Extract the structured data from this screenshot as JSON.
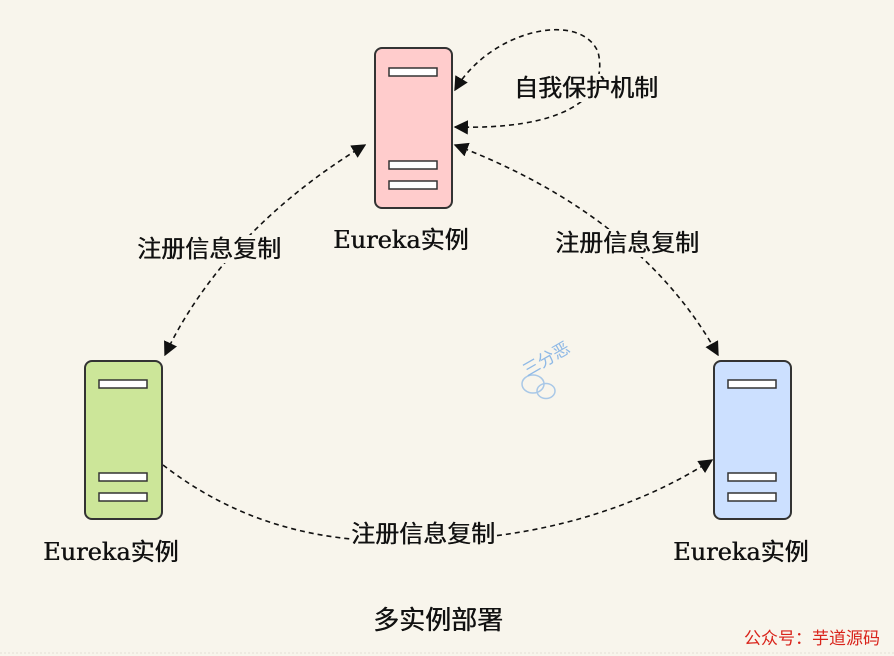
{
  "diagram": {
    "title": "多实例部署",
    "nodes": [
      {
        "id": "top",
        "label": "Eureka实例",
        "fill": "#ffcccc"
      },
      {
        "id": "left",
        "label": "Eureka实例",
        "fill": "#cce699"
      },
      {
        "id": "right",
        "label": "Eureka实例",
        "fill": "#cce0ff"
      }
    ],
    "edges": [
      {
        "from": "top",
        "to": "left",
        "label": "注册信息复制"
      },
      {
        "from": "top",
        "to": "right",
        "label": "注册信息复制"
      },
      {
        "from": "left",
        "to": "right",
        "label": "注册信息复制"
      },
      {
        "from": "top",
        "to": "top",
        "label": "自我保护机制"
      }
    ]
  },
  "watermark": "三分恶",
  "credit": "公众号：芋道源码",
  "colors": {
    "background": "#f8f5ec",
    "stroke": "#333333",
    "credit": "#d9241b"
  }
}
